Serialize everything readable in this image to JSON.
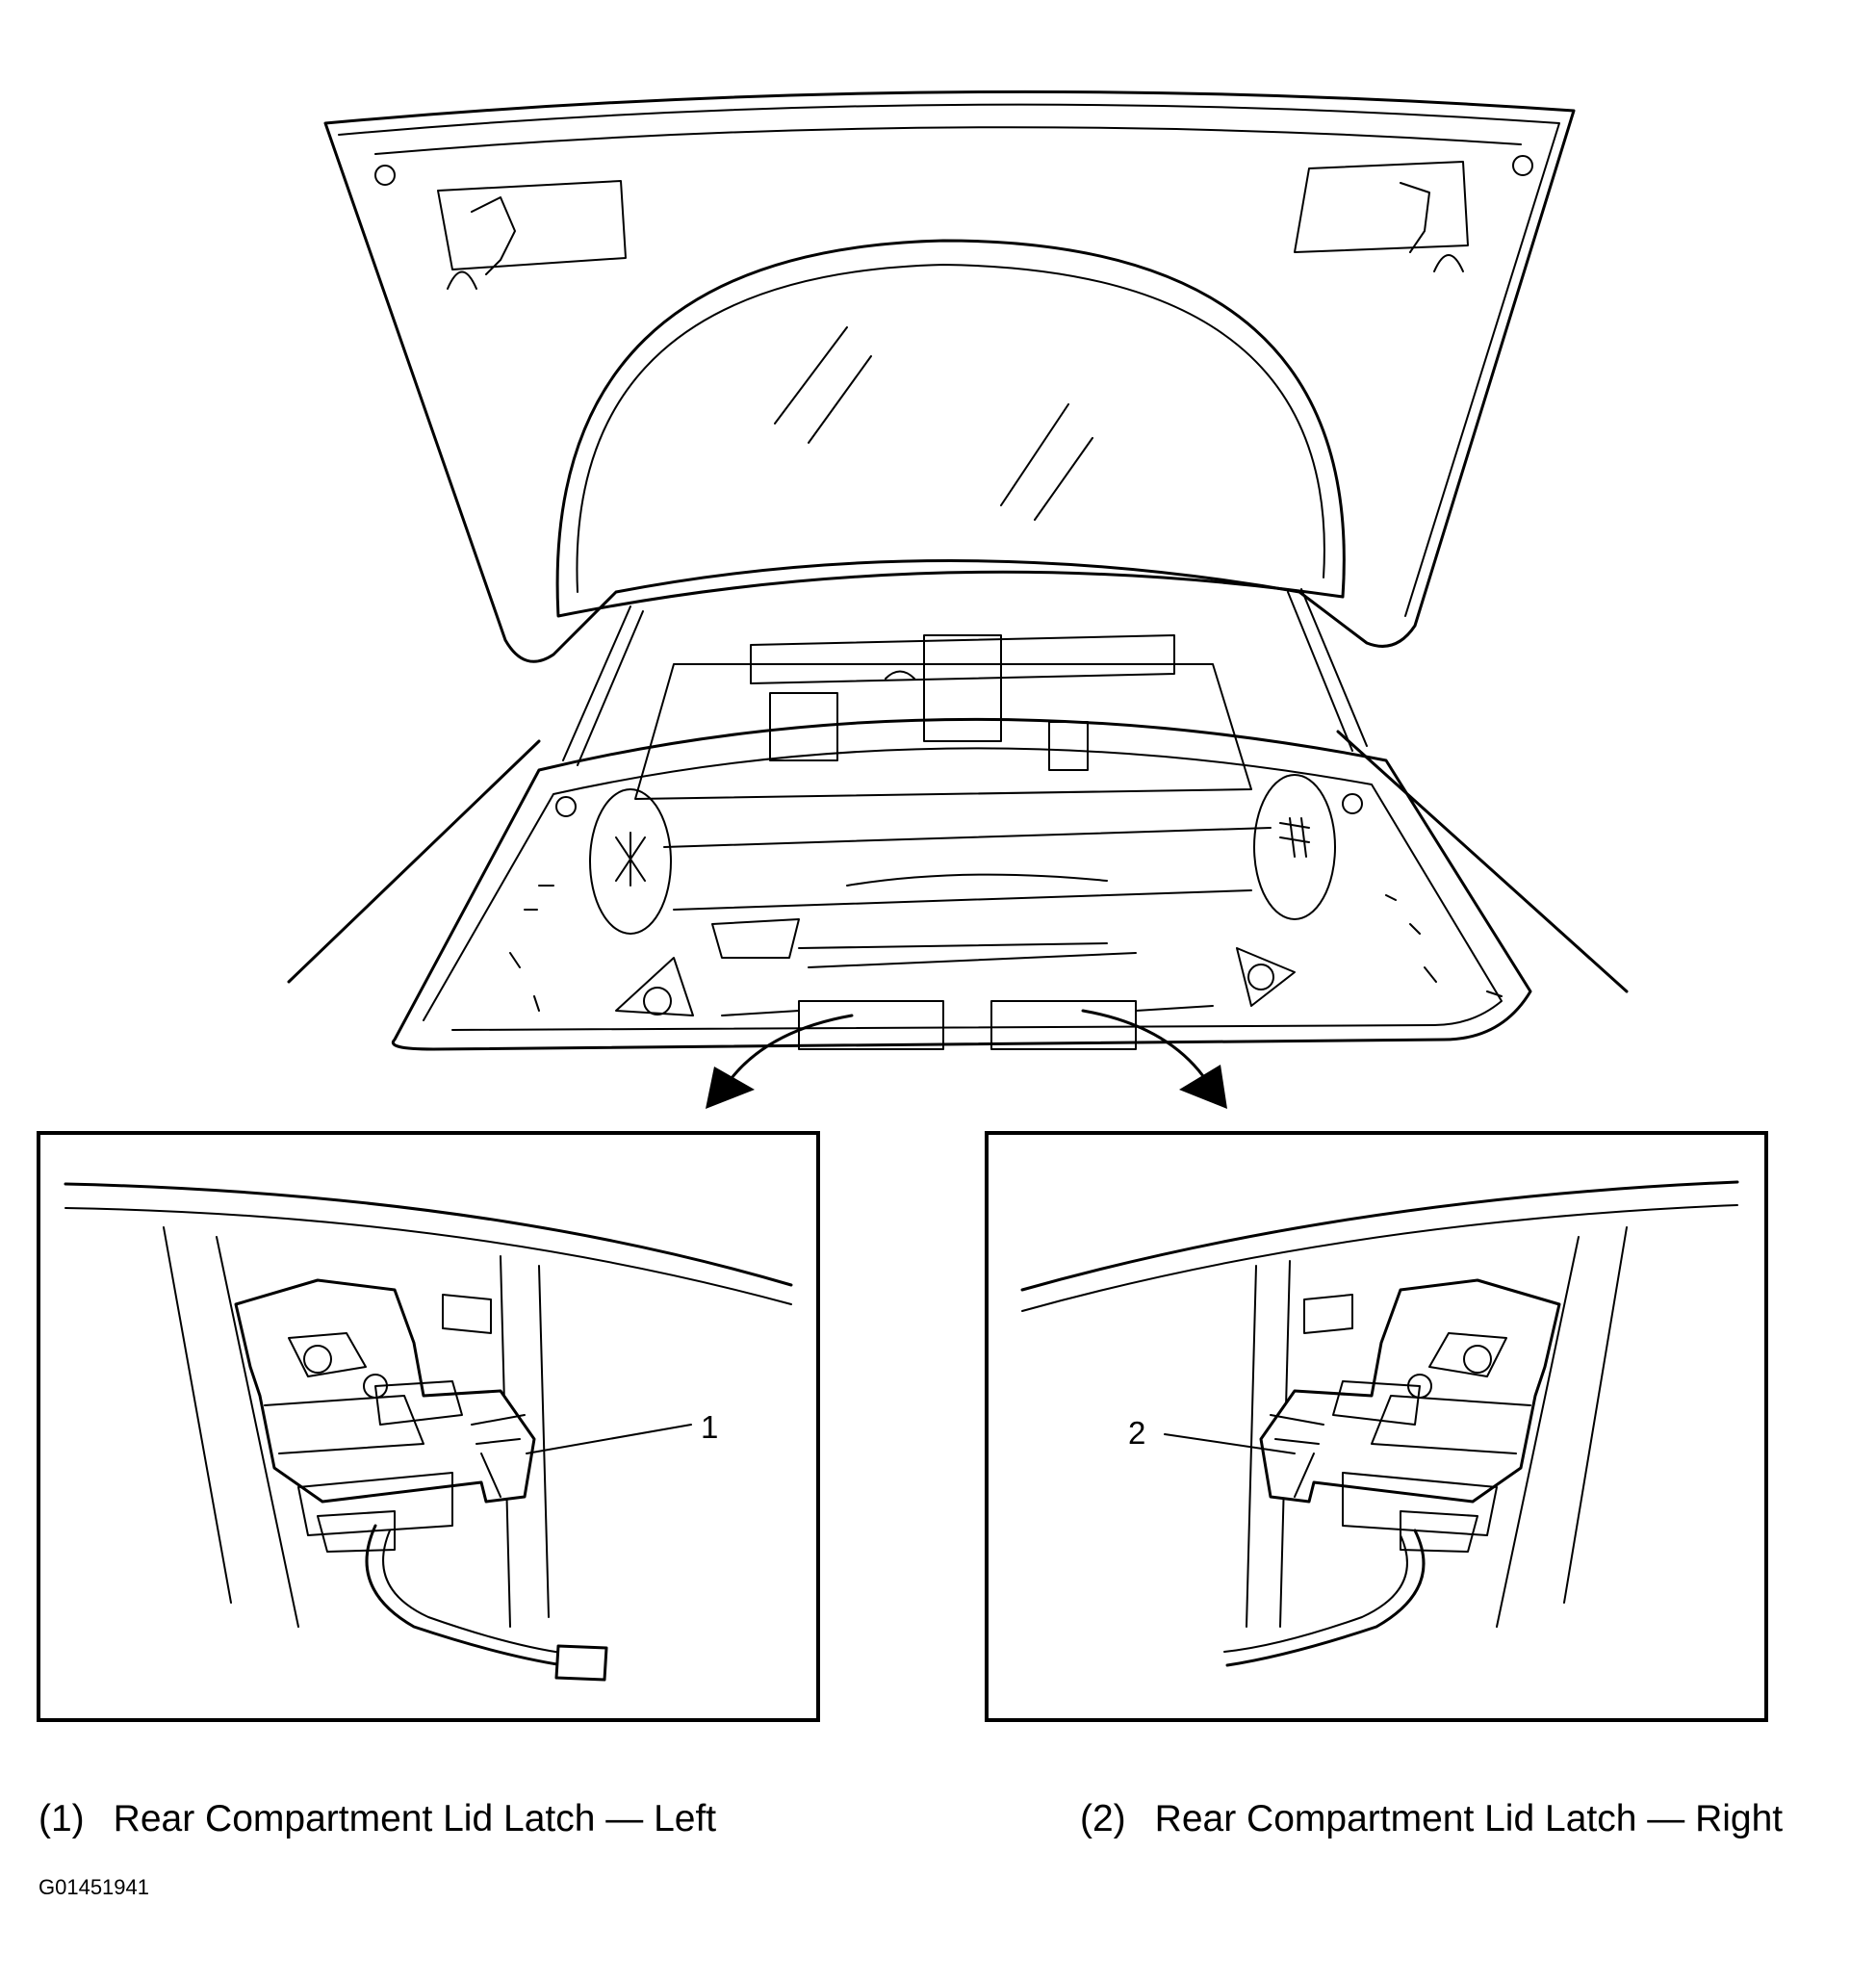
{
  "callouts": [
    {
      "number": "1",
      "description": "Rear Compartment Lid Latch — Left"
    },
    {
      "number": "2",
      "description": "Rear Compartment Lid Latch — Right"
    }
  ],
  "legend": {
    "left": {
      "num": "(1)",
      "text": "Rear Compartment Lid Latch — Left"
    },
    "right": {
      "num": "(2)",
      "text": "Rear Compartment Lid Latch — Right"
    }
  },
  "figure_id": "G01451941"
}
